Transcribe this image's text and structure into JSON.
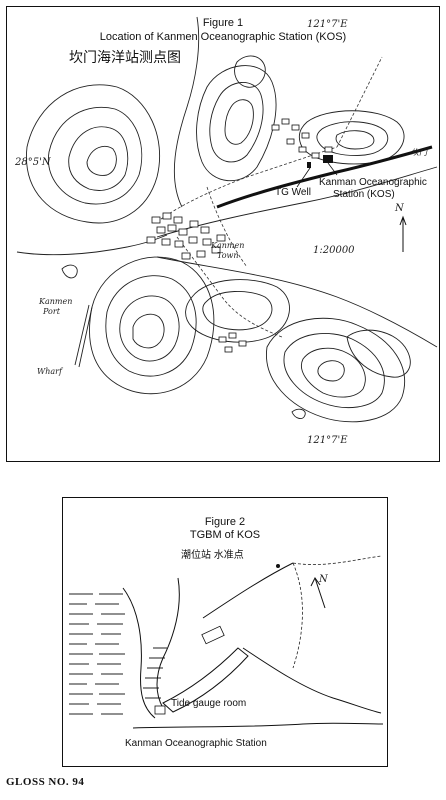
{
  "figure1": {
    "title_line1": "Figure 1",
    "title_line2": "Location of Kanmen Oceanographic Station (KOS)",
    "chinese_title": "坎门海洋站测点图",
    "lon_top": "121°7'E",
    "lon_bottom": "121°7'E",
    "lat_left": "28°5'N",
    "tg_well": "TG Well",
    "station_line1": "Kanman Oceanographic",
    "station_line2": "Station (KOS)",
    "town_line1": "Kanmen",
    "town_line2": "Town",
    "port_line1": "Kanmen",
    "port_line2": "Port",
    "wharf": "Wharf",
    "scale": "1:20000",
    "north": "N",
    "right_edge": "坎门"
  },
  "figure2": {
    "title_line1": "Figure 2",
    "title_line2": "TGBM of KOS",
    "chinese_note": "潮位站 水准点",
    "tide_gauge_room": "Tide gauge room",
    "station": "Kanman Oceanographic Station",
    "north": "N"
  },
  "footer": {
    "gloss": "GLOSS NO. 94"
  }
}
